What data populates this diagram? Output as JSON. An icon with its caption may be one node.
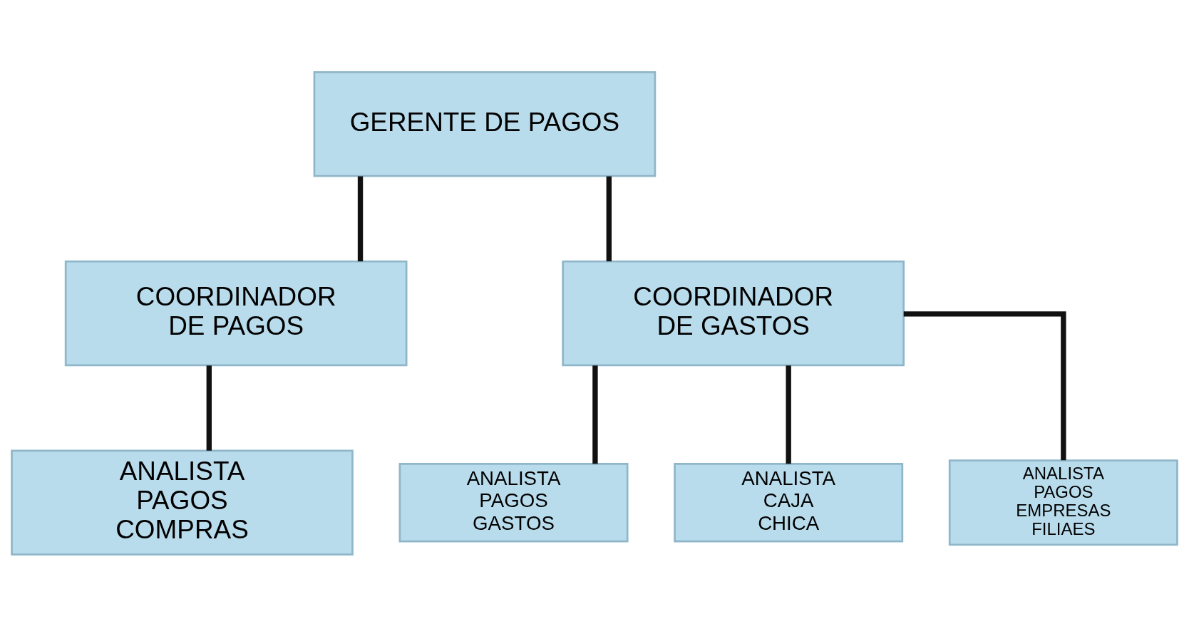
{
  "diagram": {
    "nodes": [
      {
        "text": [
          "GERENTE DE PAGOS"
        ]
      },
      {
        "text": [
          "COORDINADOR DE PAGOS"
        ]
      },
      {
        "text": [
          "COORDINADOR DE GASTOS"
        ]
      },
      {
        "text": [
          "ANALISTA PAGOS COMPRAS"
        ]
      },
      {
        "text": [
          "ANALISTA PAGOS GASTOS"
        ]
      },
      {
        "text": [
          "ANALISTA CAJA CHICA"
        ]
      },
      {
        "text": [
          "ANALISTA PAGOS EMPRESAS FILIAES"
        ]
      }
    ],
    "edges": [
      {
        "from": 0,
        "to": 1,
        "arrow": "none"
      },
      {
        "from": 0,
        "to": 2,
        "arrow": "none"
      },
      {
        "from": 1,
        "to": 3,
        "arrow": "none"
      },
      {
        "from": 2,
        "to": 4,
        "arrow": "none"
      },
      {
        "from": 2,
        "to": 5,
        "arrow": "none"
      },
      {
        "from": 2,
        "to": 6,
        "arrow": "none"
      }
    ]
  }
}
